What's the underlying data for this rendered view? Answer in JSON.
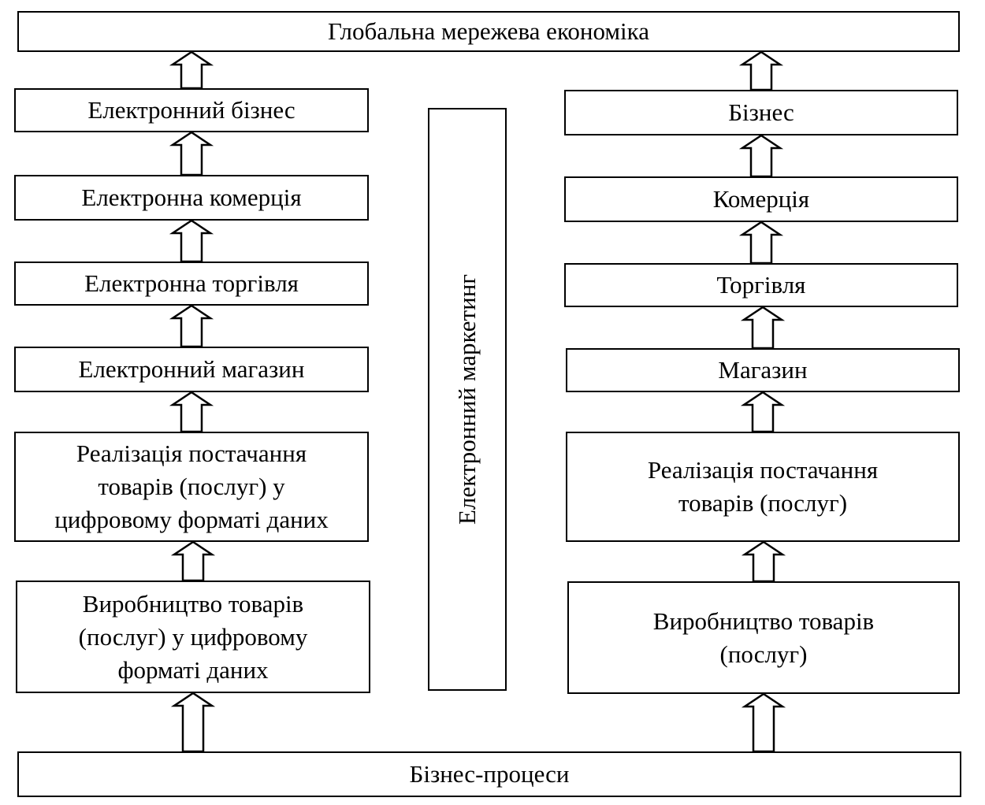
{
  "top": "Глобальна мережева економіка",
  "bottom": "Бізнес-процеси",
  "center": "Електронний маркетинг",
  "left": [
    {
      "lines": [
        "Електронний бізнес"
      ]
    },
    {
      "lines": [
        "Електронна комерція"
      ]
    },
    {
      "lines": [
        "Електронна торгівля"
      ]
    },
    {
      "lines": [
        "Електронний магазин"
      ]
    },
    {
      "lines": [
        "Реалізація постачання",
        "товарів (послуг) у",
        "цифровому форматі даних"
      ]
    },
    {
      "lines": [
        "Виробництво товарів",
        "(послуг) у цифровому",
        "форматі даних"
      ]
    }
  ],
  "right": [
    {
      "lines": [
        "Бізнес"
      ]
    },
    {
      "lines": [
        "Комерція"
      ]
    },
    {
      "lines": [
        "Торгівля"
      ]
    },
    {
      "lines": [
        "Магазин"
      ]
    },
    {
      "lines": [
        "Реалізація постачання",
        "товарів (послуг)"
      ]
    },
    {
      "lines": [
        "Виробництво товарів",
        "(послуг)"
      ]
    }
  ],
  "edges": [
    [
      "bottom",
      "left.5"
    ],
    [
      "left.5",
      "left.4"
    ],
    [
      "left.4",
      "left.3"
    ],
    [
      "left.3",
      "left.2"
    ],
    [
      "left.2",
      "left.1"
    ],
    [
      "left.1",
      "left.0"
    ],
    [
      "left.0",
      "top"
    ],
    [
      "bottom",
      "right.5"
    ],
    [
      "right.5",
      "right.4"
    ],
    [
      "right.4",
      "right.3"
    ],
    [
      "right.3",
      "right.2"
    ],
    [
      "right.2",
      "right.1"
    ],
    [
      "right.1",
      "right.0"
    ],
    [
      "right.0",
      "top"
    ]
  ]
}
